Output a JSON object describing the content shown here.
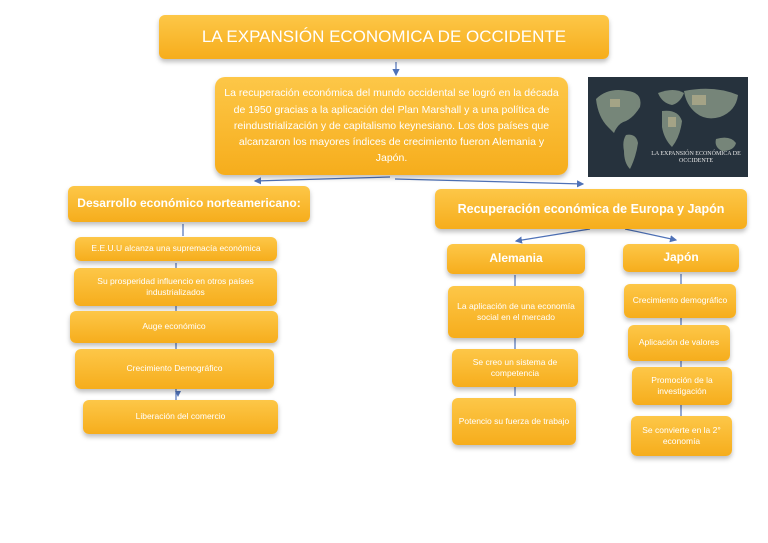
{
  "title": "LA EXPANSIÓN ECONOMICA DE OCCIDENTE",
  "intro": "La recuperación económica del mundo occidental se logró en la década de 1950 gracias a la aplicación del Plan Marshall y a una política de reindustrialización y de capitalismo keynesiano. Los dos países que alcanzaron los mayores índices de crecimiento fueron Alemania y Japón.",
  "map_caption": "LA EXPANSIÓN ECONÓMICA DE OCCIDENTE",
  "left": {
    "heading": "Desarrollo económico norteamericano:",
    "items": [
      "E.E.U.U alcanza una supremacía económica",
      "Su prosperidad influencio en otros países industrializados",
      "Auge económico",
      "Crecimiento Demográfico",
      "Liberación del comercio"
    ]
  },
  "right": {
    "heading": "Recuperación económica de Europa y Japón",
    "germany": {
      "heading": "Alemania",
      "items": [
        "La aplicación de una economía social en el mercado",
        "Se creo un sistema de competencia",
        "Potencio su fuerza de trabajo"
      ]
    },
    "japan": {
      "heading": "Japón",
      "items": [
        "Crecimiento demográfico",
        "Aplicación de valores",
        "Promoción de la investigación",
        "Se convierte en la 2° economía"
      ]
    }
  },
  "colors": {
    "box": "#f8b52a",
    "line": "#4f72b8"
  }
}
